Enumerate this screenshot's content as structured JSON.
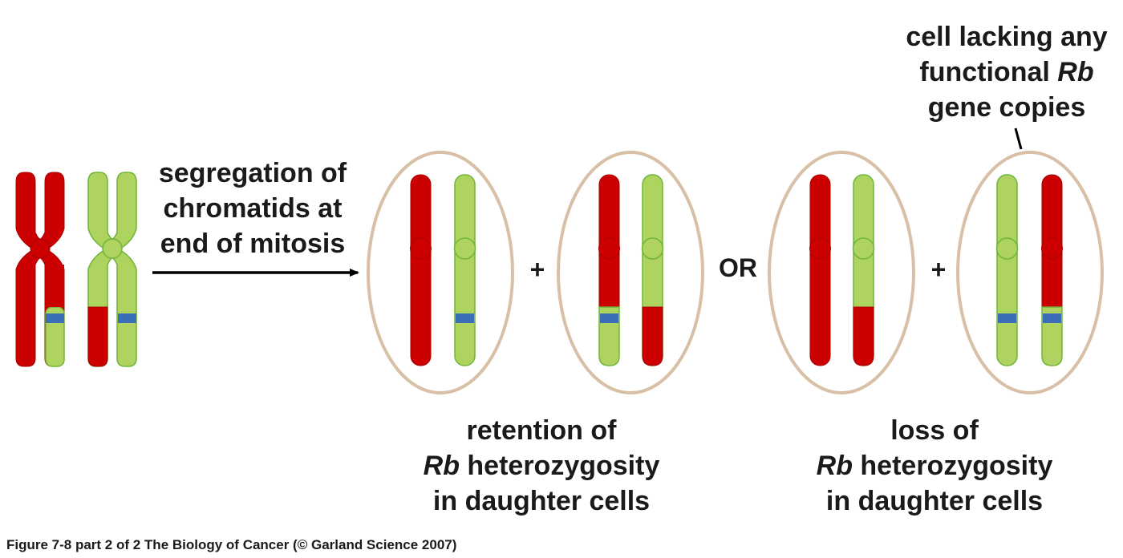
{
  "labels": {
    "segregation": [
      "segregation of",
      "chromatids at",
      "end of mitosis"
    ],
    "cell_lacking": {
      "line1": "cell lacking any",
      "line2_pre": "functional ",
      "line2_gene": "Rb",
      "line3": "gene copies"
    },
    "retention": {
      "line1": "retention of",
      "line2_gene": "Rb",
      "line2_post": " heterozygosity",
      "line3": "in daughter cells"
    },
    "loss": {
      "line1": "loss of",
      "line2_gene": "Rb",
      "line2_post": " heterozygosity",
      "line3": "in daughter cells"
    },
    "plus": "+",
    "or": "OR"
  },
  "caption": "Figure 7-8 part 2 of 2  The Biology of Cancer (© Garland Science 2007)",
  "colors": {
    "red": "#cc0000",
    "red_stroke": "#a80000",
    "green": "#aed35f",
    "green_stroke": "#6fb53a",
    "blue_band": "#3a6fb8",
    "cell_outline": "#d8c0a6",
    "arrow": "#000000"
  }
}
